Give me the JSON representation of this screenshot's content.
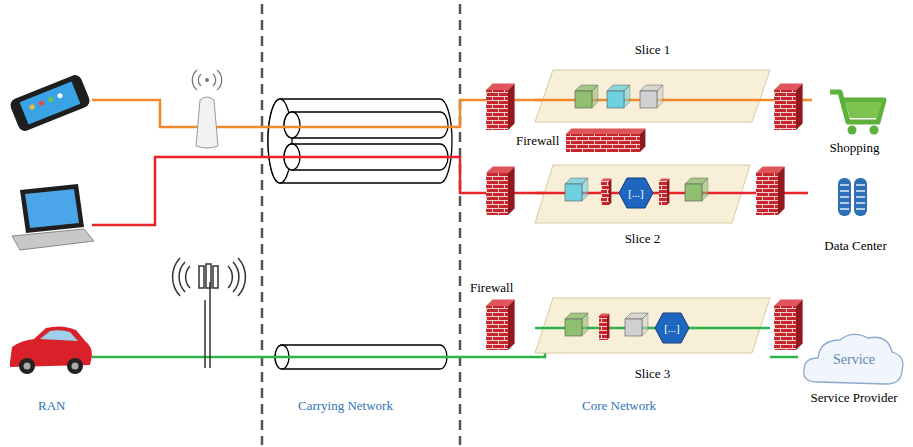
{
  "diagram": {
    "nodes": [
      {
        "text": [
          "Slice 1"
        ]
      },
      {
        "text": [
          "Slice 2"
        ]
      },
      {
        "text": [
          "[...]"
        ],
        "in": 1
      },
      {
        "text": [
          "Slice 3"
        ]
      },
      {
        "text": [
          "[...]"
        ],
        "in": 3
      },
      {
        "text": [
          "Shopping"
        ]
      },
      {
        "text": [
          "Data Center"
        ]
      },
      {
        "text": [
          "Service",
          "Service Provider"
        ]
      }
    ],
    "edges": [
      {
        "from": 0,
        "to": 5,
        "arrow": "none"
      },
      {
        "from": 1,
        "to": 6,
        "arrow": "none"
      },
      {
        "from": 3,
        "to": 7,
        "arrow": "none"
      }
    ],
    "labels": [
      "Firewall",
      "Firewall",
      "RAN",
      "Carrying Network",
      "Core Network"
    ]
  }
}
